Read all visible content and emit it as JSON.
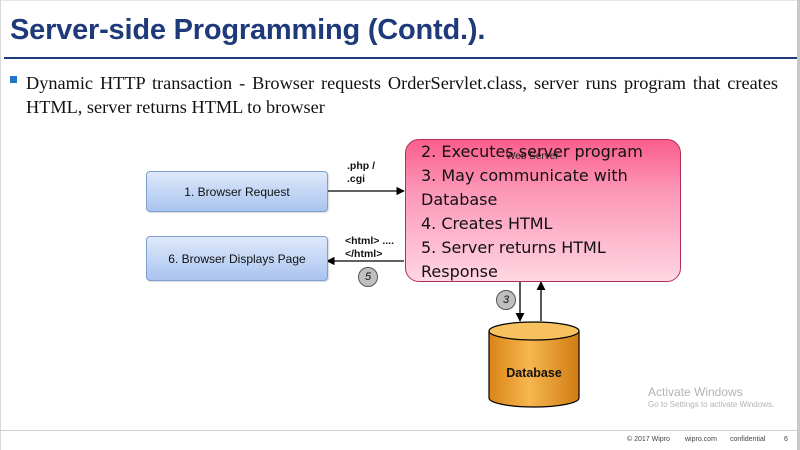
{
  "slide": {
    "title": "Server-side Programming (Contd.).",
    "bullet": "Dynamic HTTP transaction - Browser requests OrderServlet.class, server runs program that creates HTML, server returns HTML to browser"
  },
  "diagram": {
    "browser_request": "1. Browser  Request",
    "browser_displays": "6. Browser  Displays Page",
    "server_label": "Web Server",
    "server_steps": [
      "2. Executes server program",
      "3. May communicate with",
      "Database",
      "4. Creates HTML",
      "5. Server returns HTML",
      "Response"
    ],
    "request_label_line1": ".php /",
    "request_label_line2": ".cgi",
    "response_label_line1": "<html> ....",
    "response_label_line2": "</html>",
    "step_response": "5",
    "step_database": "3",
    "database": "Database",
    "colors": {
      "title": "#1f3a7a",
      "bullet": "#1f77c8",
      "browser_box": "#a9c4ef",
      "server_box": "#fb5e8e",
      "database": "#f4a33a"
    }
  },
  "watermark": {
    "line1": "Activate Windows",
    "line2": "Go to Settings to activate Windows."
  },
  "footer": {
    "copyright": "© 2017  Wipro",
    "site": "wipro.com",
    "classification": "confidential",
    "page": "6"
  }
}
